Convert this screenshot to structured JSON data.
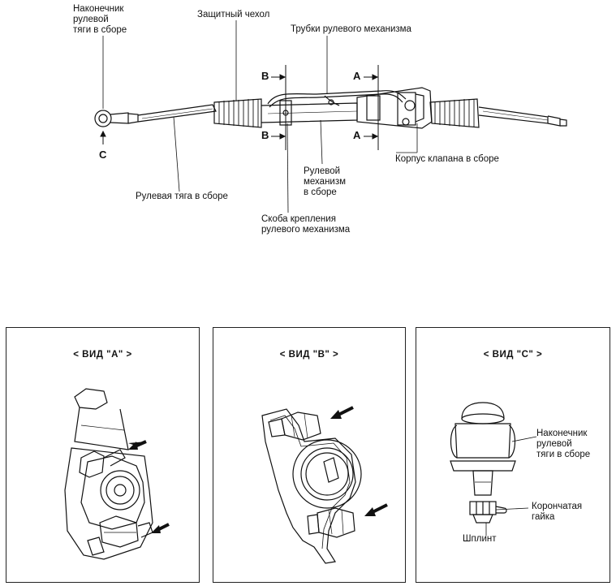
{
  "top": {
    "tie_rod_end_label": "Наконечник\nрулевой\nтяги в сборе",
    "boot_label": "Защитный чехол",
    "tubes_label": "Трубки рулевого механизма",
    "section_b_top": "B",
    "section_b_bottom": "B",
    "section_a_top": "A",
    "section_a_bottom": "A",
    "view_c_marker": "C",
    "valve_body_label": "Корпус клапана в сборе",
    "gear_label": "Рулевой\nмеханизм\nв сборе",
    "tie_rod_label": "Рулевая тяга в сборе",
    "bracket_label": "Скоба крепления\nрулевого механизма"
  },
  "views": [
    {
      "title": "< ВИД \"А\" >"
    },
    {
      "title": "< ВИД \"В\" >"
    },
    {
      "title": "< ВИД \"С\" >",
      "tie_rod_end_label": "Наконечник\nрулевой\nтяги в сборе",
      "castle_nut_label": "Корончатая\nгайка",
      "cotter_pin_label": "Шплинт"
    }
  ]
}
